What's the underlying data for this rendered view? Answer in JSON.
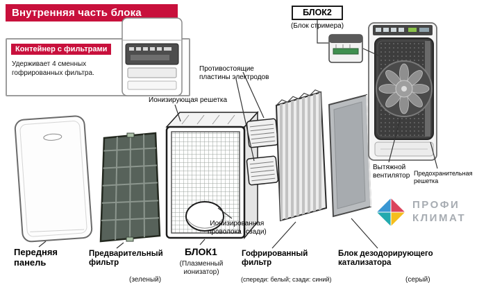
{
  "header": {
    "title": "Внутренняя часть блока"
  },
  "callout": {
    "title": "Контейнер с фильтрами",
    "desc": "Удерживает 4 сменных\nгофрированных фильтра."
  },
  "block2": {
    "label": "БЛОК2",
    "sub": "(Блок стримера)"
  },
  "part_labels": {
    "electrode_plates": "Противостоящие\nпластины электродов",
    "ionizing_grid": "Ионизирующая решетка",
    "ionized_wire": "Ионизированная\nпроволока (сзади)",
    "exhaust_fan": "Вытяжной\nвентилятор",
    "safety_grid": "Предохранительная\nрешетка"
  },
  "bottom_labels": {
    "front_panel": {
      "label": "Передняя\nпанель"
    },
    "prefilter": {
      "label": "Предварительный\nфильтр",
      "sub": "(зеленый)"
    },
    "block1": {
      "label": "БЛОК1",
      "sub": "(Плазменный\nионизатор)"
    },
    "corrugated_filter": {
      "label": "Гофрированный\nфильтр",
      "sub": "(спереди: белый; сзади: синий)"
    },
    "catalyst": {
      "label": "Блок дезодорирующего\nкатализатора",
      "sub": "(серый)"
    }
  },
  "watermark": {
    "line1": "ПРОФИ",
    "line2": "КЛИМАТ",
    "colors": [
      "#2a8fd0",
      "#d8354f",
      "#f5b90a",
      "#11a3a8"
    ]
  },
  "colors": {
    "accent": "#c8103c",
    "prefilter_green": "#57625a",
    "catalyst_gray": "#b9bcbf"
  }
}
